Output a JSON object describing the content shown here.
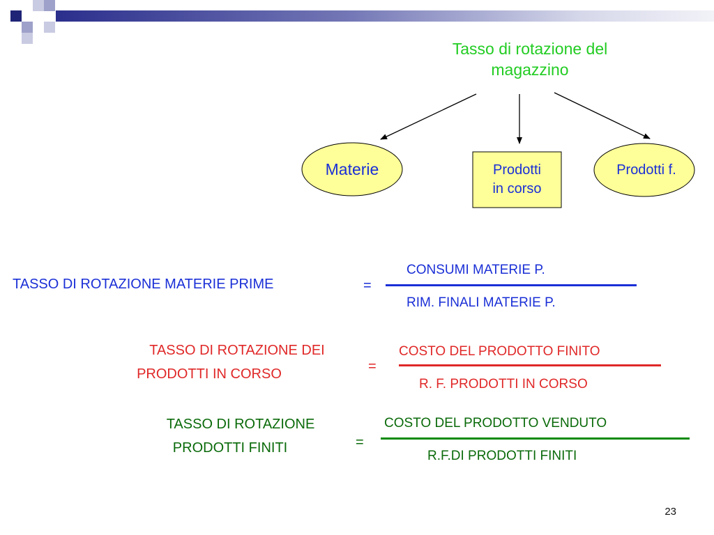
{
  "diagram": {
    "title": "Tasso di rotazione del magazzino",
    "nodes": [
      {
        "id": "materie",
        "label": "Materie",
        "shape": "ellipse"
      },
      {
        "id": "prodotti_in_corso",
        "label_line1": "Prodotti",
        "label_line2": "in corso",
        "shape": "rectangle"
      },
      {
        "id": "prodotti_f",
        "label": "Prodotti f.",
        "shape": "ellipse"
      }
    ],
    "edges": [
      {
        "from": "title",
        "to": "materie"
      },
      {
        "from": "title",
        "to": "prodotti_in_corso"
      },
      {
        "from": "title",
        "to": "prodotti_f"
      }
    ]
  },
  "formulas": {
    "materie_prime": {
      "label": "TASSO DI ROTAZIONE MATERIE PRIME",
      "equals": "=",
      "numerator": "CONSUMI MATERIE P.",
      "denominator": "RIM. FINALI MATERIE P."
    },
    "prodotti_in_corso": {
      "label_line1": "TASSO DI ROTAZIONE DEI",
      "label_line2": "PRODOTTI IN CORSO",
      "equals": "=",
      "numerator": "COSTO DEL PRODOTTO FINITO",
      "denominator": "R. F. PRODOTTI IN CORSO"
    },
    "prodotti_finiti": {
      "label_line1": "TASSO DI ROTAZIONE",
      "label_line2": "PRODOTTI FINITI",
      "equals": "=",
      "numerator": "COSTO DEL PRODOTTO VENDUTO",
      "denominator": "R.F.DI PRODOTTI FINITI"
    }
  },
  "page_number": "23",
  "colors": {
    "title": "#22cc22",
    "node_fill": "#ffff99",
    "node_text": "#1a2fd6",
    "formula1": "#1a2fd6",
    "formula2": "#e02828",
    "formula3": "#0a6a0a",
    "header_dark": "#1f2476",
    "header_light": "#9ea1c9"
  }
}
